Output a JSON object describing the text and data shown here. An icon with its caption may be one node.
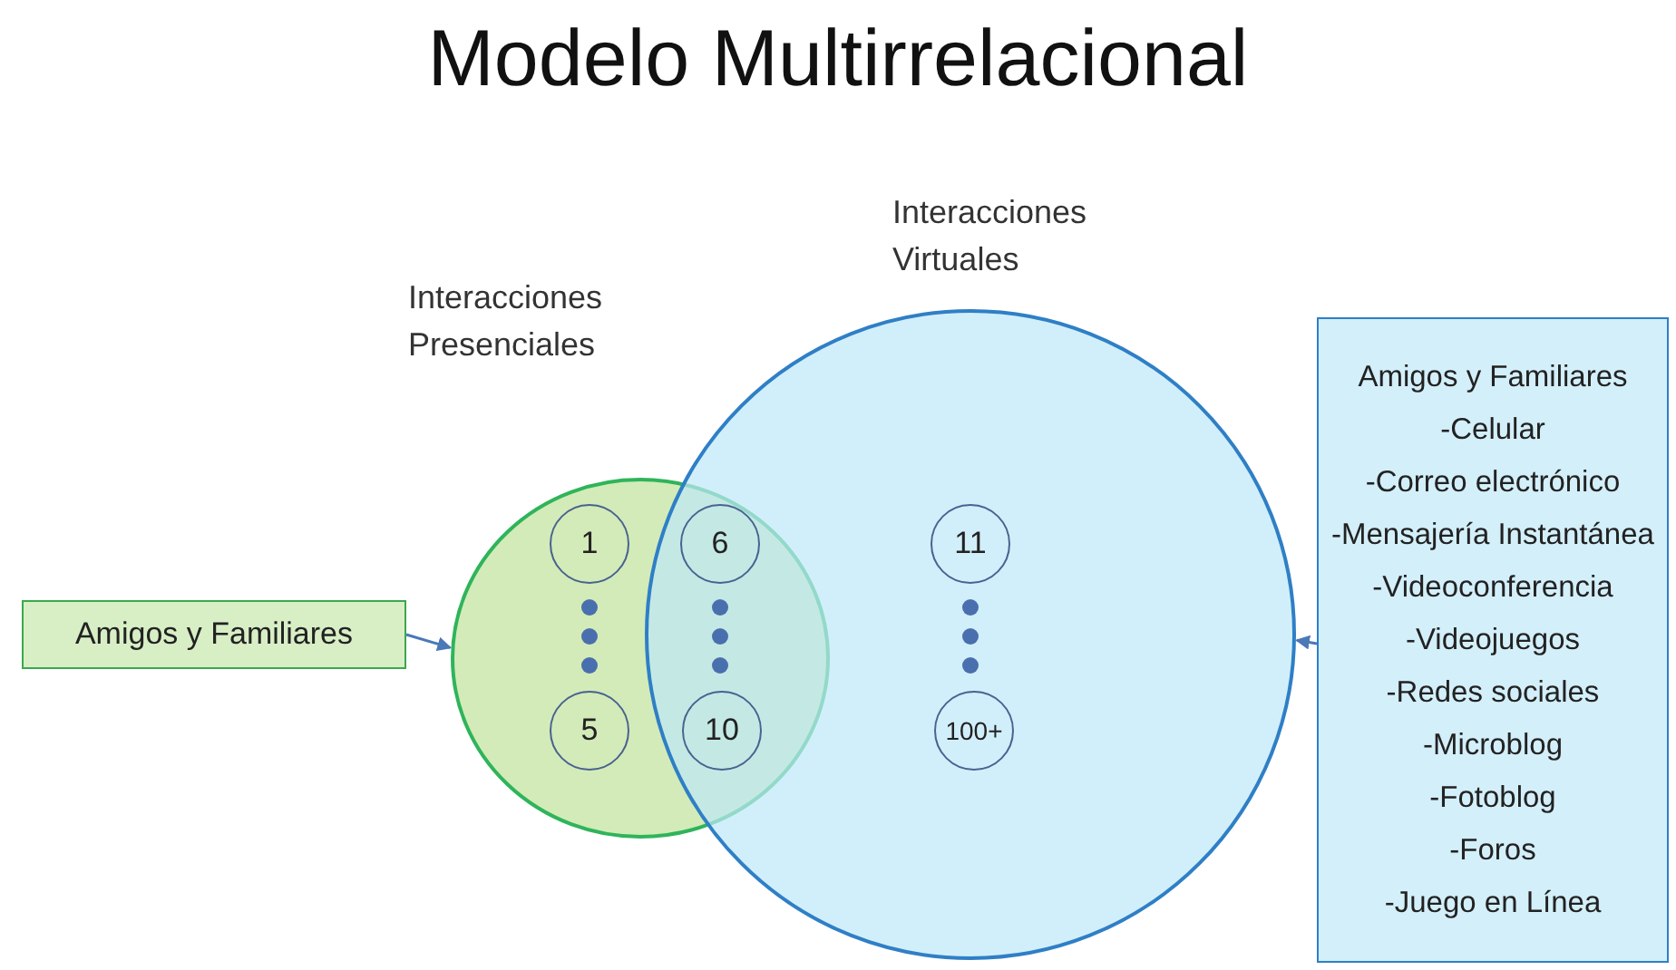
{
  "diagram": {
    "title": "Modelo Multirrelacional",
    "nodes": [
      {
        "text": [
          "Interacciones Presenciales"
        ]
      },
      {
        "text": [
          "1"
        ],
        "in": 0
      },
      {
        "text": [
          "5"
        ],
        "in": 0
      },
      {
        "text": [
          "6"
        ]
      },
      {
        "text": [
          "10"
        ]
      },
      {
        "text": [
          "Interacciones Virtuales"
        ]
      },
      {
        "text": [
          "11"
        ],
        "in": 5
      },
      {
        "text": [
          "100+"
        ],
        "in": 5
      },
      {
        "text": [
          "Amigos y Familiares"
        ]
      },
      {
        "text": [
          "Amigos y Familiares",
          "-Celular",
          "-Correo electrónico",
          "-Mensajería Instantánea",
          "-Videoconferencia",
          "-Videojuegos",
          "-Redes sociales",
          "-Microblog",
          "-Fotoblog",
          "-Foros",
          "-Juego en Línea"
        ]
      }
    ],
    "edges": [
      {
        "from": 8,
        "to": 0,
        "arrow": "to"
      },
      {
        "from": 9,
        "to": 5,
        "arrow": "to"
      }
    ]
  }
}
